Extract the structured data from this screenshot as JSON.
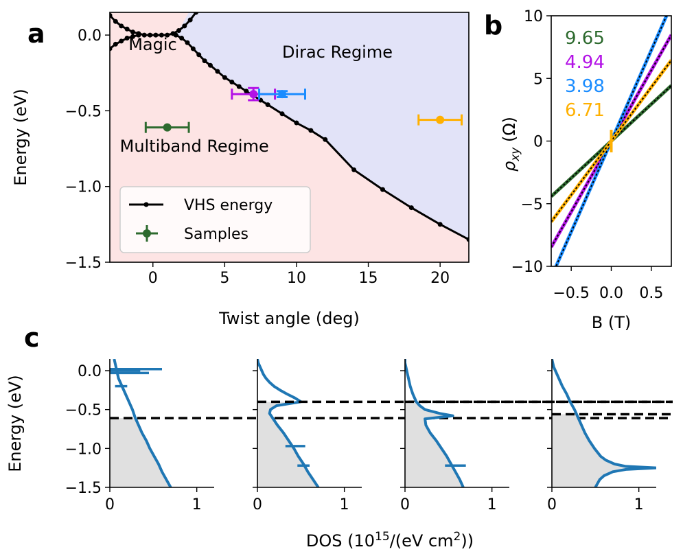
{
  "panel_labels": {
    "a": "a",
    "b": "b",
    "c": "c"
  },
  "colors": {
    "magic_region": "#fde4e4",
    "dirac_region": "#e2e3f8",
    "vhs_line": "#000000",
    "sample_green": "#2d6a2e",
    "sample_purple": "#b312e6",
    "sample_blue": "#1a8cff",
    "sample_orange": "#ffb000",
    "dos_line": "#1f77b4",
    "dos_fill": "#e0e0e0"
  },
  "chart_data": [
    {
      "id": "a",
      "type": "line",
      "xlabel": "Twist angle (deg)",
      "ylabel": "Energy (eV)",
      "xlim": [
        -3,
        22
      ],
      "ylim": [
        -1.5,
        0.15
      ],
      "xticks": [
        0,
        5,
        10,
        15,
        20
      ],
      "yticks": [
        0.0,
        -0.5,
        -1.0,
        -1.5
      ],
      "xtick_labels": [
        "0",
        "5",
        "10",
        "15",
        "20"
      ],
      "ytick_labels": [
        "0.0",
        "−0.5",
        "−1.0",
        "−1.5"
      ],
      "regions": [
        {
          "label": "Magic",
          "x": -1.7,
          "y": -0.1
        },
        {
          "label": "Dirac Regime",
          "x": 9.0,
          "y": -0.15
        },
        {
          "label": "Multiband Regime",
          "x": -2.3,
          "y": -0.77
        }
      ],
      "vhs_upper": {
        "x": [
          -3,
          -2.6,
          -2.2,
          -1.8,
          -1.4,
          -1.0,
          -0.6,
          -0.2,
          0.2,
          0.6,
          1.0,
          1.4,
          1.8,
          2.2,
          2.6,
          3.0
        ],
        "y": [
          0.13,
          0.09,
          0.06,
          0.04,
          0.02,
          0.01,
          0.0,
          0.0,
          0.0,
          0.0,
          0.0,
          0.01,
          0.03,
          0.06,
          0.1,
          0.15
        ]
      },
      "vhs_lower": {
        "x": [
          -3.0,
          -2.6,
          -2.2,
          -1.8,
          -1.4,
          -1.0,
          1.6,
          2.0,
          2.4,
          2.8,
          3.2,
          3.6,
          4.0,
          4.5,
          5.0,
          5.5,
          6.0,
          6.5,
          7.0,
          7.5,
          8.0,
          9.0,
          10.0,
          11.0,
          12.0,
          14.0,
          16.0,
          18.0,
          20.0,
          22.0
        ],
        "y": [
          -0.09,
          -0.06,
          -0.04,
          -0.02,
          -0.01,
          0.0,
          0.0,
          -0.02,
          -0.05,
          -0.09,
          -0.13,
          -0.17,
          -0.2,
          -0.24,
          -0.28,
          -0.31,
          -0.34,
          -0.37,
          -0.4,
          -0.43,
          -0.46,
          -0.52,
          -0.58,
          -0.63,
          -0.69,
          -0.89,
          -1.02,
          -1.14,
          -1.25,
          -1.35
        ]
      },
      "series": [
        {
          "name": "VHS energy",
          "color": "#000000"
        },
        {
          "name": "Samples",
          "color": "#2d6a2e"
        }
      ],
      "samples": [
        {
          "x": 1.0,
          "y": -0.61,
          "xerr": 1.5,
          "yerr": 0.0,
          "color": "#2d6a2e"
        },
        {
          "x": 7.0,
          "y": -0.39,
          "xerr": 1.5,
          "yerr": 0.04,
          "color": "#b312e6"
        },
        {
          "x": 9.0,
          "y": -0.39,
          "xerr": 1.6,
          "yerr": 0.02,
          "color": "#1a8cff"
        },
        {
          "x": 20.0,
          "y": -0.56,
          "xerr": 1.5,
          "yerr": 0.0,
          "color": "#ffb000"
        }
      ]
    },
    {
      "id": "b",
      "type": "line",
      "xlabel": "B (T)",
      "ylabel": "ρ",
      "ylabel_sub": "xy",
      "ylabel_unit": " (Ω)",
      "xlim": [
        -0.75,
        0.75
      ],
      "ylim": [
        -10,
        10
      ],
      "xticks": [
        -0.5,
        0.0,
        0.5
      ],
      "yticks": [
        10,
        5,
        0,
        -5,
        -10
      ],
      "xtick_labels": [
        "−0.5",
        "0.0",
        "0.5"
      ],
      "ytick_labels": [
        "10",
        "5",
        "0",
        "−5",
        "−10"
      ],
      "series": [
        {
          "name": "9.65",
          "slope": 5.9,
          "color": "#2d6a2e"
        },
        {
          "name": "4.94",
          "slope": 11.3,
          "color": "#b312e6"
        },
        {
          "name": "3.98",
          "slope": 14.5,
          "color": "#1a8cff"
        },
        {
          "name": "6.71",
          "slope": 8.6,
          "color": "#ffb000"
        }
      ]
    },
    {
      "id": "c",
      "type": "line",
      "xlabel": "DOS (10",
      "xlabel_sup": "15",
      "xlabel_tail": "/(eV cm",
      "xlabel_sup2": "2",
      "xlabel_end": "))",
      "ylabel": "Energy (eV)",
      "xlim": [
        0,
        1.2
      ],
      "ylim": [
        -1.5,
        0.15
      ],
      "xticks": [
        0,
        1
      ],
      "yticks": [
        0.0,
        -0.5,
        -1.0,
        -1.5
      ],
      "xtick_labels": [
        "0",
        "1"
      ],
      "ytick_labels": [
        "0.0",
        "−0.5",
        "−1.0",
        "−1.5"
      ],
      "panels": [
        {
          "dashed_energy": -0.61,
          "e": [
            0.15,
            0.1,
            0.05,
            0.0,
            -0.05,
            -0.1,
            -0.15,
            -0.2,
            -0.3,
            -0.4,
            -0.5,
            -0.6,
            -0.7,
            -0.8,
            -0.9,
            -1.0,
            -1.1,
            -1.2,
            -1.3,
            -1.4,
            -1.5
          ],
          "d": [
            0.05,
            0.06,
            0.07,
            0.08,
            0.09,
            0.1,
            0.12,
            0.14,
            0.18,
            0.22,
            0.26,
            0.29,
            0.33,
            0.37,
            0.42,
            0.46,
            0.51,
            0.56,
            0.6,
            0.65,
            0.7
          ],
          "spikes": [
            [
              0.02,
              0.6
            ],
            [
              0.0,
              0.35
            ],
            [
              -0.03,
              0.45
            ],
            [
              -0.2,
              0.2
            ]
          ]
        },
        {
          "dashed_energy": -0.4,
          "e": [
            0.15,
            0.1,
            0.05,
            0.0,
            -0.05,
            -0.1,
            -0.15,
            -0.2,
            -0.25,
            -0.3,
            -0.35,
            -0.4,
            -0.45,
            -0.5,
            -0.55,
            -0.6,
            -0.7,
            -0.8,
            -0.9,
            -1.0,
            -1.1,
            -1.2,
            -1.3,
            -1.4,
            -1.5
          ],
          "d": [
            0.0,
            0.01,
            0.03,
            0.05,
            0.07,
            0.1,
            0.14,
            0.19,
            0.26,
            0.34,
            0.43,
            0.5,
            0.22,
            0.15,
            0.14,
            0.17,
            0.23,
            0.3,
            0.36,
            0.42,
            0.47,
            0.53,
            0.58,
            0.64,
            0.7
          ],
          "spikes": [
            [
              -0.97,
              0.55
            ],
            [
              -1.22,
              0.6
            ]
          ]
        },
        {
          "dashed_energy": -0.4,
          "e": [
            0.15,
            0.1,
            0.05,
            0.0,
            -0.05,
            -0.1,
            -0.2,
            -0.3,
            -0.4,
            -0.45,
            -0.5,
            -0.55,
            -0.58,
            -0.62,
            -0.7,
            -0.8,
            -0.9,
            -1.0,
            -1.1,
            -1.2,
            -1.3,
            -1.4,
            -1.5
          ],
          "d": [
            0.0,
            0.0,
            0.01,
            0.02,
            0.03,
            0.04,
            0.06,
            0.09,
            0.13,
            0.17,
            0.23,
            0.4,
            0.55,
            0.23,
            0.24,
            0.29,
            0.36,
            0.42,
            0.48,
            0.53,
            0.58,
            0.63,
            0.67
          ],
          "spikes": [
            [
              -1.22,
              0.7
            ]
          ]
        },
        {
          "dashed_energy": -0.56,
          "e": [
            0.15,
            0.1,
            0.05,
            0.0,
            -0.1,
            -0.2,
            -0.3,
            -0.4,
            -0.5,
            -0.6,
            -0.7,
            -0.8,
            -0.9,
            -1.0,
            -1.1,
            -1.15,
            -1.2,
            -1.23,
            -1.25,
            -1.27,
            -1.3,
            -1.35,
            -1.4,
            -1.5
          ],
          "d": [
            0.0,
            0.01,
            0.02,
            0.04,
            0.08,
            0.12,
            0.17,
            0.21,
            0.26,
            0.3,
            0.34,
            0.38,
            0.43,
            0.49,
            0.56,
            0.62,
            0.72,
            0.85,
            1.2,
            0.85,
            0.7,
            0.6,
            0.55,
            0.5
          ],
          "spikes": []
        }
      ]
    }
  ]
}
